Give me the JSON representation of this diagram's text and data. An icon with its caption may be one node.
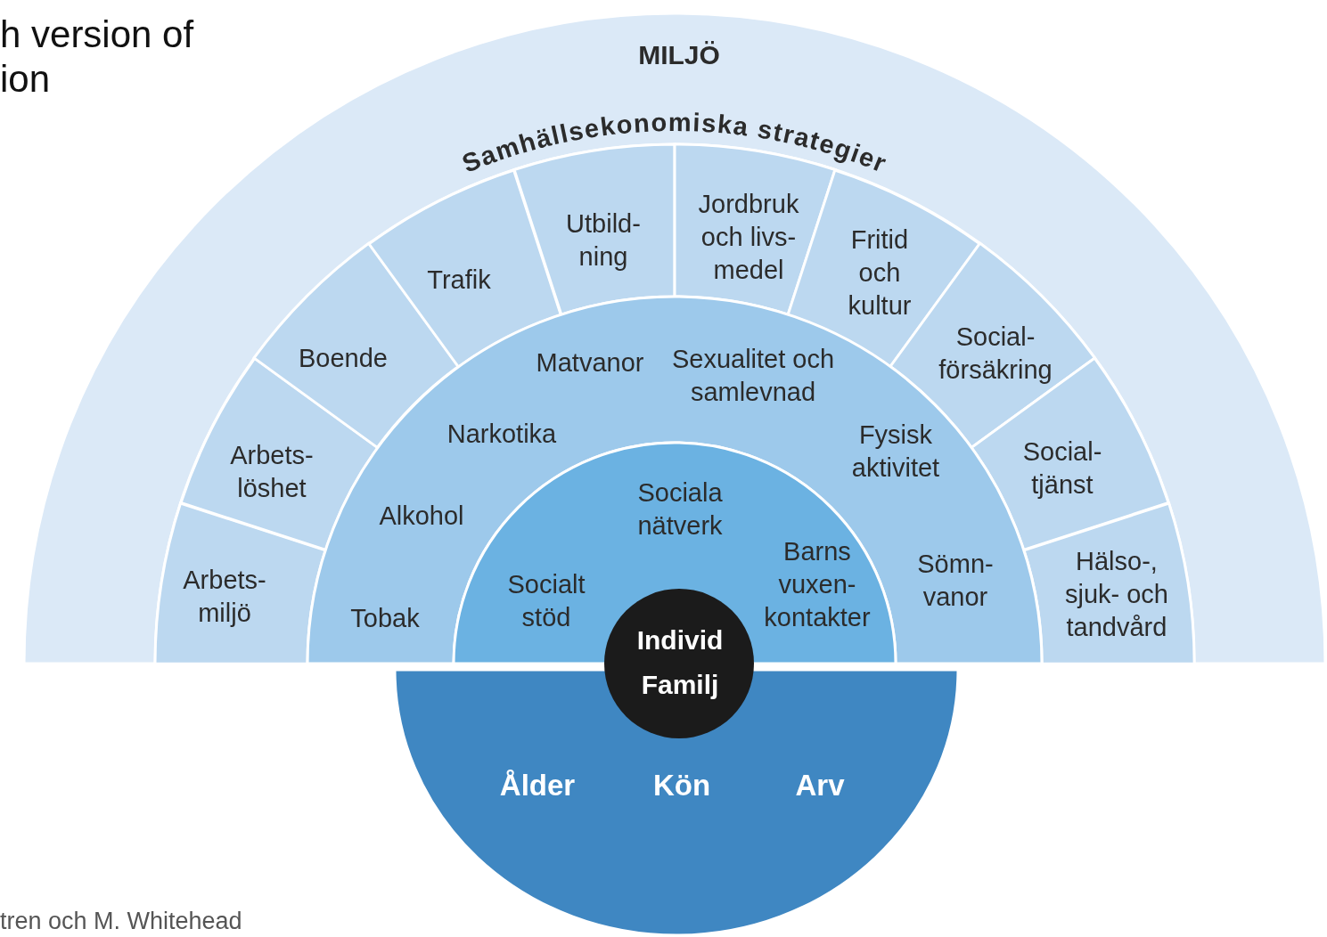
{
  "diagram": {
    "nodes": [
      {
        "text": [
          "MILJÖ",
          "Samhällsekonomiska strategier"
        ]
      },
      {
        "text": [
          "Arbets- miljö"
        ]
      },
      {
        "text": [
          "Arbets- löshet"
        ]
      },
      {
        "text": [
          "Boende"
        ]
      },
      {
        "text": [
          "Trafik"
        ]
      },
      {
        "text": [
          "Utbild- ning"
        ]
      },
      {
        "text": [
          "Jordbruk och livs- medel"
        ]
      },
      {
        "text": [
          "Fritid och kultur"
        ]
      },
      {
        "text": [
          "Social- försäkring"
        ]
      },
      {
        "text": [
          "Social- tjänst"
        ]
      },
      {
        "text": [
          "Hälso-, sjuk- och tandvård"
        ]
      },
      {
        "text": [
          "Tobak",
          "Alkohol",
          "Narkotika",
          "Matvanor",
          "Sexualitet och samlevnad",
          "Fysisk aktivitet",
          "Sömn- vanor"
        ]
      },
      {
        "text": [
          "Socialt stöd",
          "Sociala nätverk",
          "Barns vuxen- kontakter"
        ]
      },
      {
        "text": [
          "Individ",
          "Familj"
        ]
      },
      {
        "text": [
          "Ålder",
          "Kön",
          "Arv"
        ]
      }
    ],
    "labels": [
      "h version of ion",
      "tren och M. Whitehead"
    ]
  }
}
